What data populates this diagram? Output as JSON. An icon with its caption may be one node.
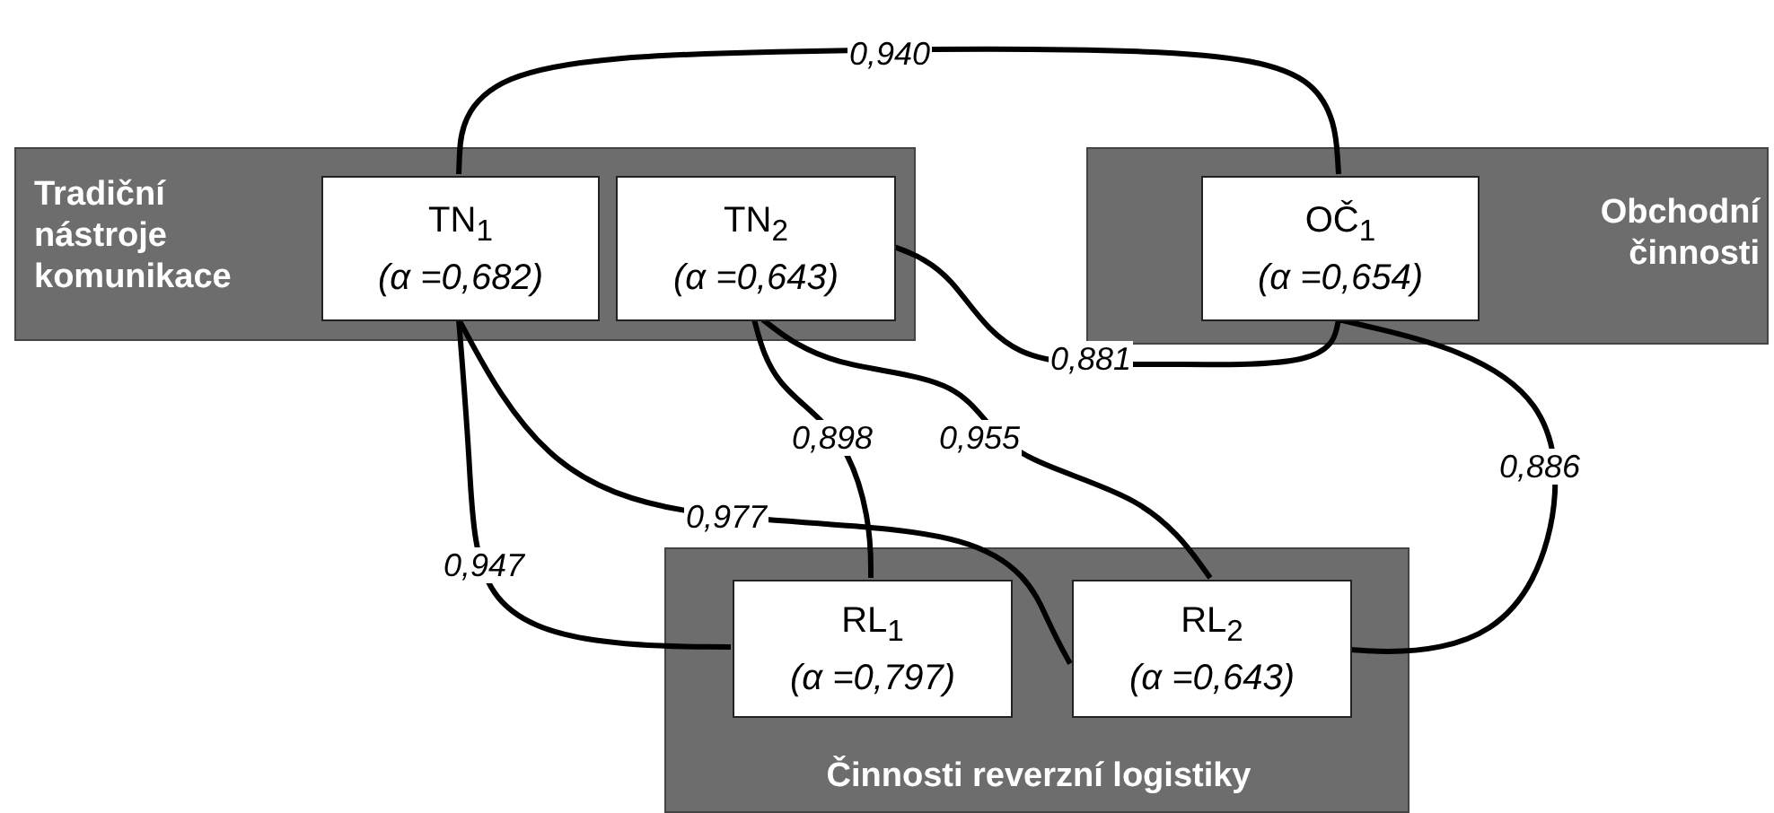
{
  "diagram": {
    "nodes": [
      {
        "text": [
          "Tradiční nástroje komunikace"
        ]
      },
      {
        "text": [
          "TN$_{1}$",
          "(α =0,682)"
        ],
        "in": 0
      },
      {
        "text": [
          "TN$_{2}$",
          "(α =0,643)"
        ],
        "in": 0
      },
      {
        "text": [
          "Obchodní činnosti"
        ]
      },
      {
        "text": [
          "OČ$_{1}$",
          "(α =0,654)"
        ],
        "in": 3
      },
      {
        "text": [
          "Činnosti reverzní logistiky"
        ]
      },
      {
        "text": [
          "RL$_{1}$",
          "(α =0,797)"
        ],
        "in": 5
      },
      {
        "text": [
          "RL$_{2}$",
          "(α =0,643)"
        ],
        "in": 5
      }
    ],
    "edges": [
      {
        "from": 1,
        "to": 4,
        "arrow": "none",
        "label": "0,940"
      },
      {
        "from": 2,
        "to": 4,
        "arrow": "none",
        "label": "0,881"
      },
      {
        "from": 1,
        "to": 6,
        "arrow": "none",
        "label": "0,947"
      },
      {
        "from": 1,
        "to": 7,
        "arrow": "none",
        "label": "0,977"
      },
      {
        "from": 2,
        "to": 6,
        "arrow": "none",
        "label": "0,898"
      },
      {
        "from": 2,
        "to": 7,
        "arrow": "none",
        "label": "0,955"
      },
      {
        "from": 4,
        "to": 7,
        "arrow": "none",
        "label": "0,886"
      }
    ]
  }
}
